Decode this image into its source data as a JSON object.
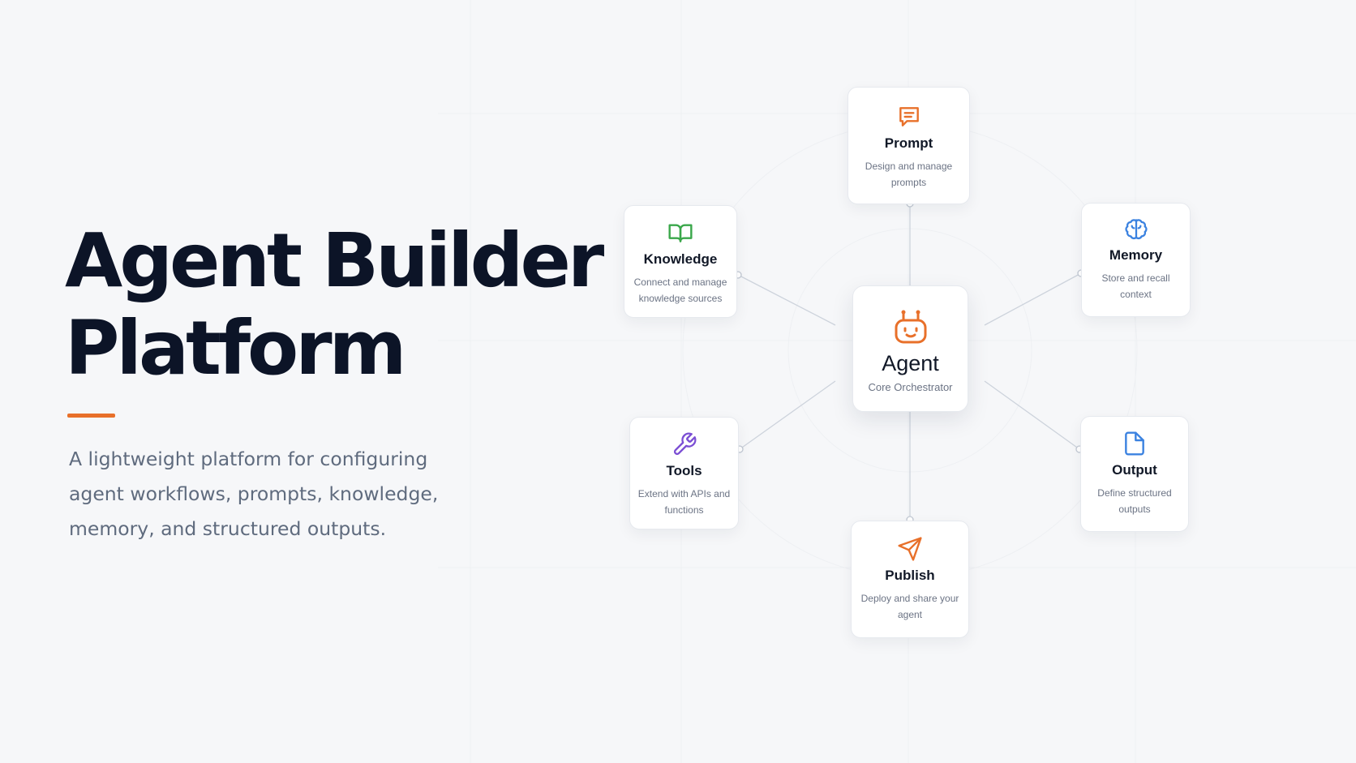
{
  "hero": {
    "title_line1": "Agent Builder",
    "title_line2": "Platform",
    "subtitle": "A lightweight platform for configuring agent workflows, prompts, knowledge, memory, and structured outputs."
  },
  "colors": {
    "accent": "#e8702a",
    "title": "#0c1427",
    "subtitle": "#5f6b7e",
    "knowledge": "#3aa74a",
    "memory": "#3b82e0",
    "tools": "#7c4fd4",
    "output": "#3b82e0",
    "prompt": "#e8702a",
    "publish": "#e8702a",
    "agent": "#e8702a",
    "connector": "#cdd3dc"
  },
  "diagram": {
    "center": {
      "label": "Agent",
      "description": "Core Orchestrator",
      "icon": "robot-icon"
    },
    "nodes": {
      "prompt": {
        "label": "Prompt",
        "description": "Design and manage prompts",
        "icon": "message-square-icon"
      },
      "knowledge": {
        "label": "Knowledge",
        "description": "Connect and manage knowledge sources",
        "icon": "book-open-icon"
      },
      "memory": {
        "label": "Memory",
        "description": "Store and recall context",
        "icon": "brain-icon"
      },
      "tools": {
        "label": "Tools",
        "description": "Extend with APIs and functions",
        "icon": "wrench-icon"
      },
      "output": {
        "label": "Output",
        "description": "Define structured outputs",
        "icon": "file-icon"
      },
      "publish": {
        "label": "Publish",
        "description": "Deploy and share your agent",
        "icon": "send-icon"
      }
    }
  }
}
